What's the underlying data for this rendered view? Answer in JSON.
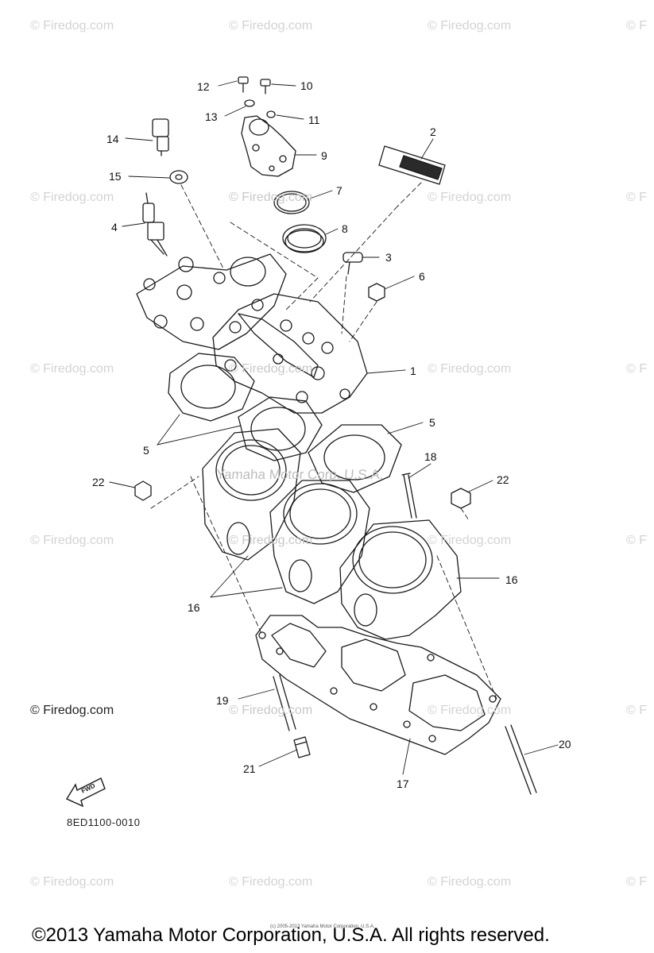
{
  "watermark": "© Firedog.com",
  "watermark_partial": "© F",
  "main_watermark": "Yamaha Motor Corp. U.S.A.",
  "firedog_credit": "© Firedog.com",
  "diagram_code": "8ED1100-0010",
  "fwd_label": "FWD",
  "copyright": "©2013 Yamaha Motor Corporation, U.S.A. All rights reserved.",
  "tiny_copyright": "(c) 2005-2013 Yamaha Motor Corporation, U.S.A.",
  "parts": [
    {
      "num": "1"
    },
    {
      "num": "2"
    },
    {
      "num": "3"
    },
    {
      "num": "4"
    },
    {
      "num": "5"
    },
    {
      "num": "5"
    },
    {
      "num": "6"
    },
    {
      "num": "7"
    },
    {
      "num": "8"
    },
    {
      "num": "9"
    },
    {
      "num": "10"
    },
    {
      "num": "11"
    },
    {
      "num": "12"
    },
    {
      "num": "13"
    },
    {
      "num": "14"
    },
    {
      "num": "15"
    },
    {
      "num": "16"
    },
    {
      "num": "16"
    },
    {
      "num": "17"
    },
    {
      "num": "18"
    },
    {
      "num": "19"
    },
    {
      "num": "20"
    },
    {
      "num": "21"
    },
    {
      "num": "22"
    },
    {
      "num": "22"
    }
  ],
  "colors": {
    "line": "#1a1a1a",
    "watermark": "#d3d3d3",
    "background": "#ffffff"
  }
}
